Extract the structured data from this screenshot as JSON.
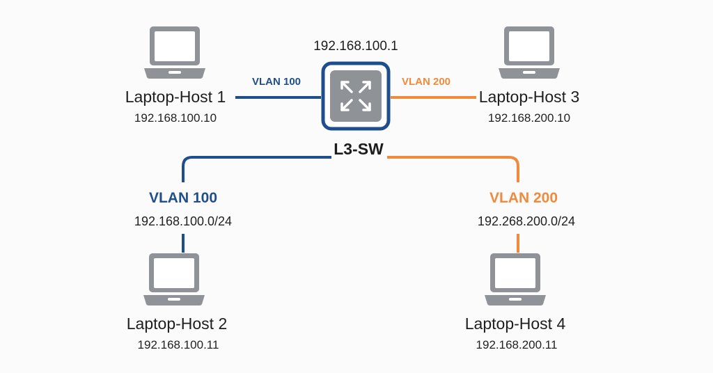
{
  "colors": {
    "vlan100": "#1f4e8c",
    "vlan200": "#f08a3c",
    "switch_border": "#1f4e8c",
    "switch_fill": "#8f9296",
    "laptop_gray": "#8f9296"
  },
  "switch": {
    "ip": "192.168.100.1",
    "name": "L3-SW",
    "icon": "layer3-switch-icon"
  },
  "links": {
    "host1_vlan": "VLAN 100",
    "host3_vlan": "VLAN 200"
  },
  "segments": [
    {
      "vlan": "VLAN 100",
      "subnet": "192.168.100.0/24"
    },
    {
      "vlan": "VLAN 200",
      "subnet": "192.268.200.0/24"
    }
  ],
  "hosts": [
    {
      "name": "Laptop-Host 1",
      "ip": "192.168.100.10",
      "icon": "laptop-icon"
    },
    {
      "name": "Laptop-Host 2",
      "ip": "192.168.100.11",
      "icon": "laptop-icon"
    },
    {
      "name": "Laptop-Host 3",
      "ip": "192.168.200.10",
      "icon": "laptop-icon"
    },
    {
      "name": "Laptop-Host 4",
      "ip": "192.168.200.11",
      "icon": "laptop-icon"
    }
  ]
}
